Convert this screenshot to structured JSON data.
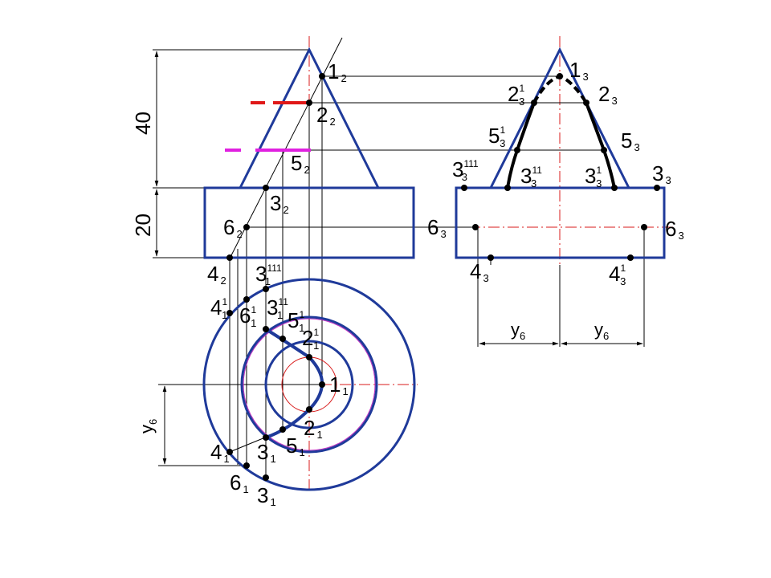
{
  "dimensions": {
    "height_cone": "40",
    "height_base": "20",
    "y6_label": "y",
    "y6_sub": "6"
  },
  "labels": {
    "p1_2": {
      "main": "1",
      "sub": "2"
    },
    "p2_2": {
      "main": "2",
      "sub": "2"
    },
    "p5_2": {
      "main": "5",
      "sub": "2"
    },
    "p3_2": {
      "main": "3",
      "sub": "2"
    },
    "p6_2": {
      "main": "6",
      "sub": "2"
    },
    "p4_2": {
      "main": "4",
      "sub": "2"
    },
    "p1_3": {
      "main": "1",
      "sub": "3"
    },
    "p2_3": {
      "main": "2",
      "sub": "3"
    },
    "p2_3p": {
      "main": "2",
      "sub": "3",
      "sup": "1"
    },
    "p5_3": {
      "main": "5",
      "sub": "3"
    },
    "p5_3p": {
      "main": "5",
      "sub": "3",
      "sup": "1"
    },
    "p3_3": {
      "main": "3",
      "sub": "3"
    },
    "p3_3p": {
      "main": "3",
      "sub": "3",
      "sup": "1"
    },
    "p3_3pp": {
      "main": "3",
      "sub": "3",
      "sup": "11"
    },
    "p3_3ppp": {
      "main": "3",
      "sub": "3",
      "sup": "111"
    },
    "p6_3l": {
      "main": "6",
      "sub": "3"
    },
    "p6_3r": {
      "main": "6",
      "sub": "3"
    },
    "p4_3l": {
      "main": "4",
      "sub": "3"
    },
    "p4_3r": {
      "main": "4",
      "sub": "3",
      "sup": "1"
    },
    "p3_1ppp": {
      "main": "3",
      "sub": "1",
      "sup": "111"
    },
    "p4_1p": {
      "main": "4",
      "sub": "1",
      "sup": "1"
    },
    "p6_1p": {
      "main": "6",
      "sub": "1",
      "sup": "1"
    },
    "p3_1pp": {
      "main": "3",
      "sub": "1",
      "sup": "11"
    },
    "p5_1p": {
      "main": "5",
      "sub": "1",
      "sup": "1"
    },
    "p2_1p": {
      "main": "2",
      "sub": "1",
      "sup": "1"
    },
    "p1_1": {
      "main": "1",
      "sub": "1"
    },
    "p2_1": {
      "main": "2",
      "sub": "1"
    },
    "p5_1": {
      "main": "5",
      "sub": "1"
    },
    "p3_1a": {
      "main": "3",
      "sub": "1"
    },
    "p4_1": {
      "main": "4",
      "sub": "1"
    },
    "p6_1": {
      "main": "6",
      "sub": "1"
    },
    "p3_1b": {
      "main": "3",
      "sub": "1"
    }
  },
  "colors": {
    "outline": "#1f3a9a",
    "section": "#000000",
    "axis": "#d81b1b",
    "circle_small": "#d81b1b",
    "circle_mid": "#c02ac0",
    "plane_2": "#e01818",
    "plane_5": "#e020e0"
  }
}
